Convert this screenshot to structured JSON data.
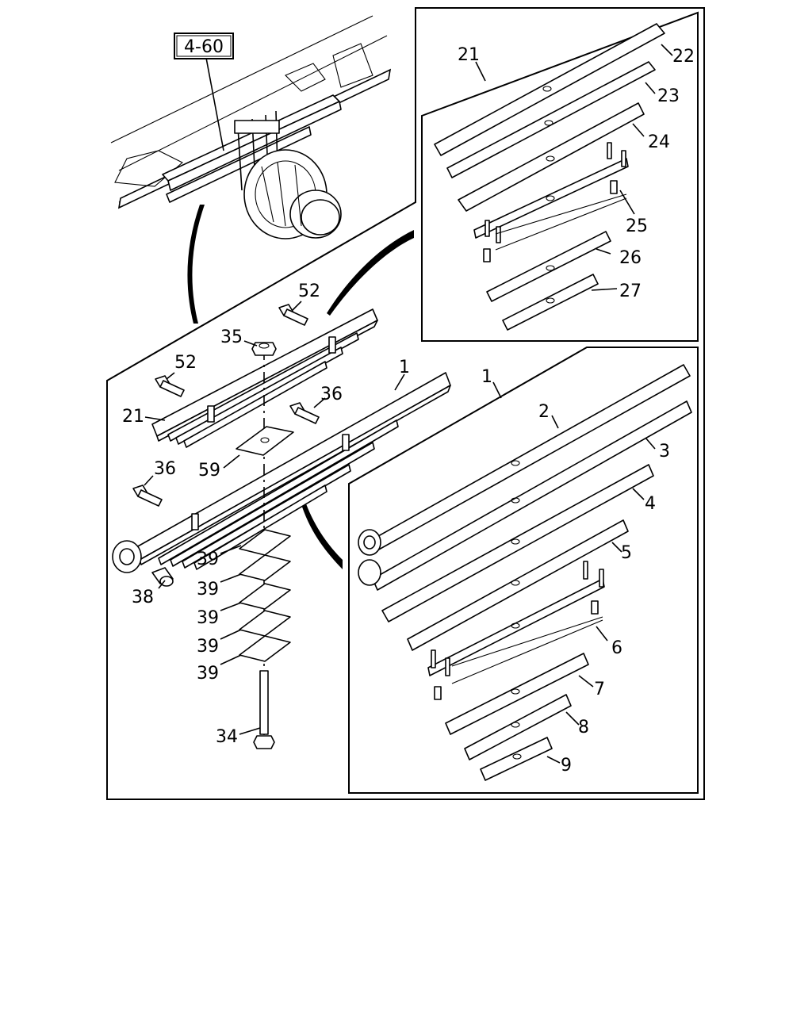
{
  "reference_box": "4-60",
  "callouts": [
    {
      "id": "c-1a",
      "text": "1"
    },
    {
      "id": "c-1b",
      "text": "1"
    },
    {
      "id": "c-2",
      "text": "2"
    },
    {
      "id": "c-3",
      "text": "3"
    },
    {
      "id": "c-4",
      "text": "4"
    },
    {
      "id": "c-5",
      "text": "5"
    },
    {
      "id": "c-6",
      "text": "6"
    },
    {
      "id": "c-7",
      "text": "7"
    },
    {
      "id": "c-8",
      "text": "8"
    },
    {
      "id": "c-9",
      "text": "9"
    },
    {
      "id": "c-21a",
      "text": "21"
    },
    {
      "id": "c-21b",
      "text": "21"
    },
    {
      "id": "c-22",
      "text": "22"
    },
    {
      "id": "c-23",
      "text": "23"
    },
    {
      "id": "c-24",
      "text": "24"
    },
    {
      "id": "c-25",
      "text": "25"
    },
    {
      "id": "c-26",
      "text": "26"
    },
    {
      "id": "c-27",
      "text": "27"
    },
    {
      "id": "c-34",
      "text": "34"
    },
    {
      "id": "c-35",
      "text": "35"
    },
    {
      "id": "c-36a",
      "text": "36"
    },
    {
      "id": "c-36b",
      "text": "36"
    },
    {
      "id": "c-38",
      "text": "38"
    },
    {
      "id": "c-39a",
      "text": "39"
    },
    {
      "id": "c-39b",
      "text": "39"
    },
    {
      "id": "c-39c",
      "text": "39"
    },
    {
      "id": "c-39d",
      "text": "39"
    },
    {
      "id": "c-39e",
      "text": "39"
    },
    {
      "id": "c-52a",
      "text": "52"
    },
    {
      "id": "c-52b",
      "text": "52"
    },
    {
      "id": "c-59",
      "text": "59"
    }
  ]
}
